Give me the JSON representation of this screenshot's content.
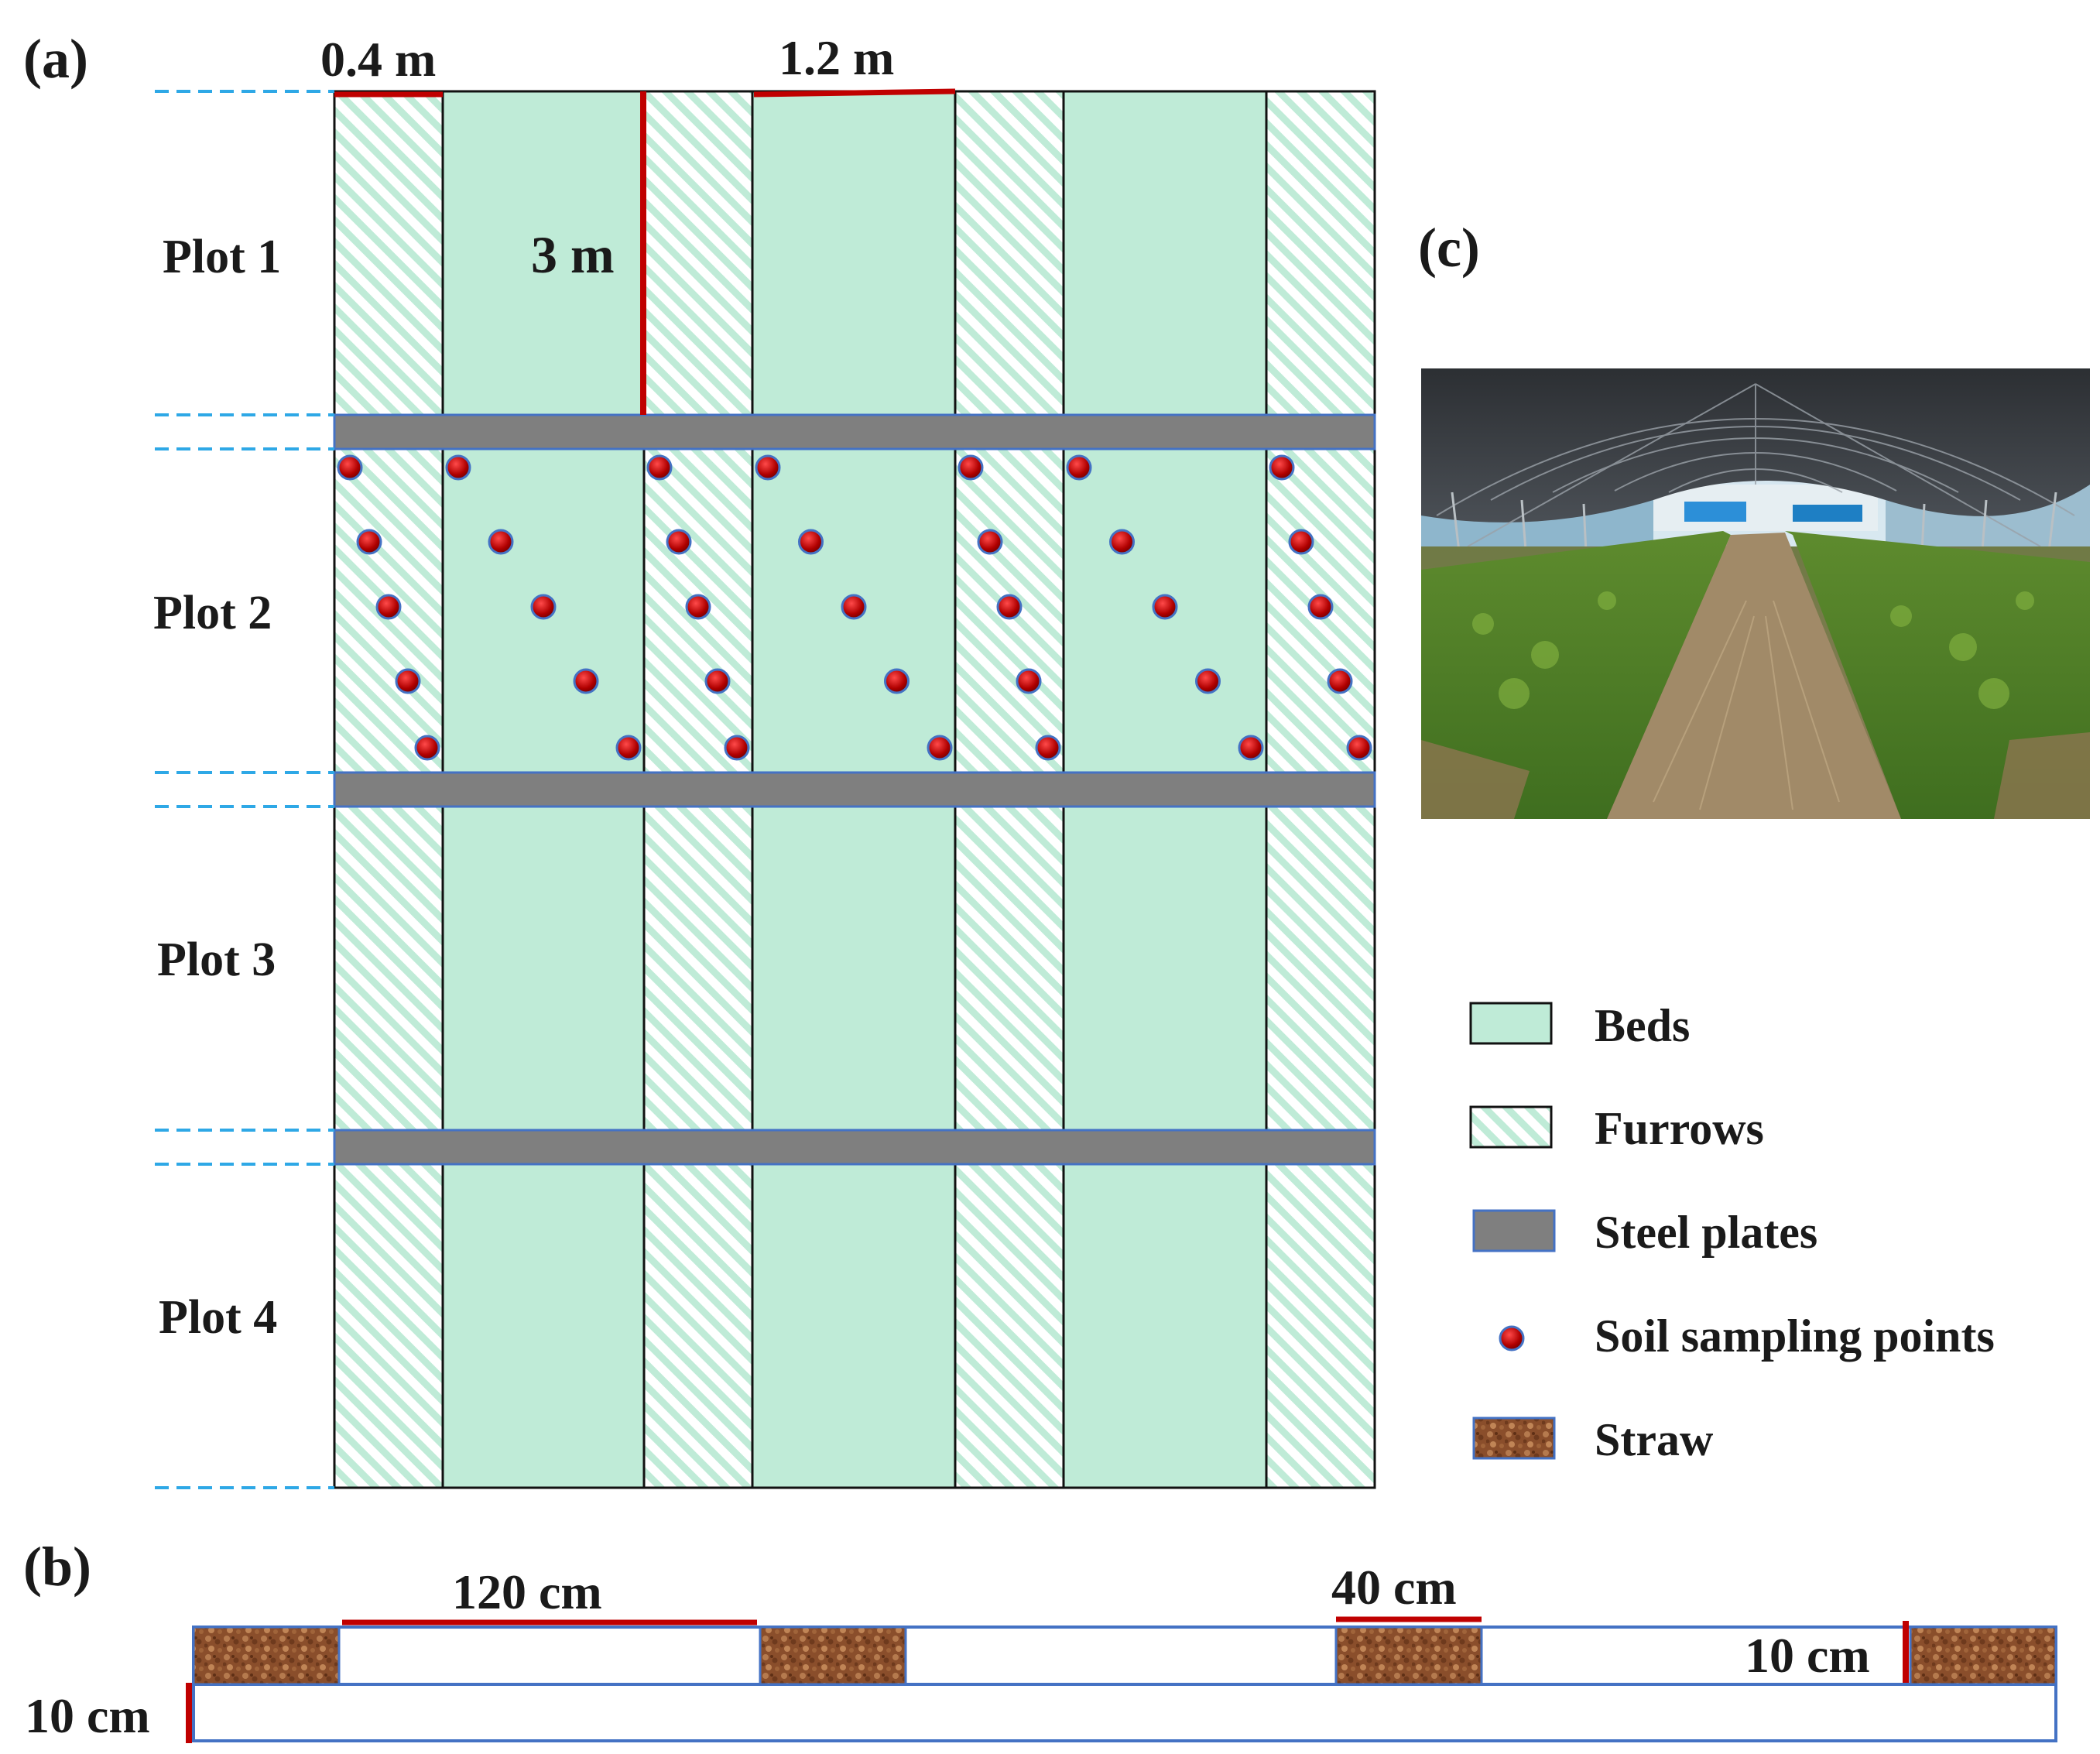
{
  "panels": {
    "a": "(a)",
    "b": "(b)",
    "c": "(c)"
  },
  "plots": [
    "Plot 1",
    "Plot 2",
    "Plot 3",
    "Plot 4"
  ],
  "dimensions_a": {
    "furrow_width": "0.4 m",
    "bed_width": "1.2 m",
    "plot_length": "3 m"
  },
  "dimensions_b": {
    "bed_width": "120 cm",
    "furrow_width": "40 cm",
    "straw_depth": "10 cm",
    "soil_depth": "10 cm"
  },
  "legend": [
    {
      "id": "beds",
      "label": "Beds"
    },
    {
      "id": "furrows",
      "label": "Furrows"
    },
    {
      "id": "steel",
      "label": "Steel plates"
    },
    {
      "id": "points",
      "label": "Soil sampling points"
    },
    {
      "id": "straw",
      "label": "Straw"
    }
  ],
  "colors": {
    "bed": "#bfebd7",
    "furrow_stripe": "#bfebd7",
    "steel": "#7f7f7f",
    "dimension_line": "#c00000",
    "guide_dash": "#2ea8e6",
    "sample_point": "#c00000",
    "outline_blue": "#4472c4",
    "straw": "#9a5a32"
  },
  "photo": {
    "subject": "greenhouse-tunnel-field"
  }
}
